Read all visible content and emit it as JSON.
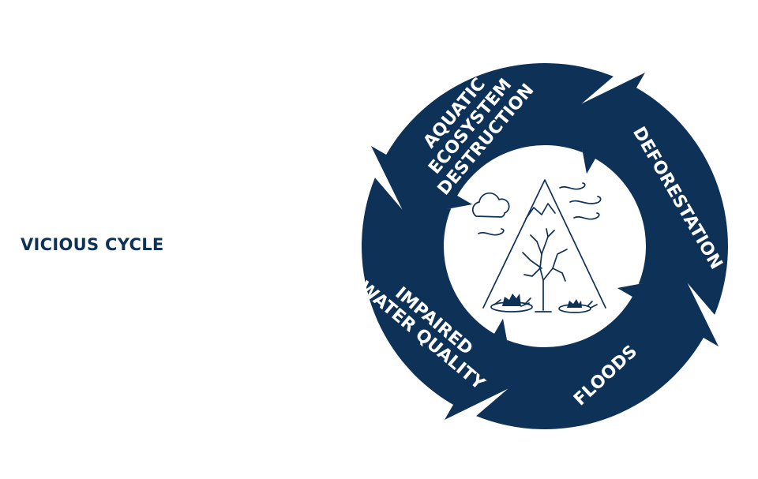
{
  "title": "VICIOUS CYCLE",
  "cycle": {
    "color": "#0e3158",
    "stages": [
      {
        "id": "deforestation",
        "lines": [
          "DEFORESTATION"
        ]
      },
      {
        "id": "floods",
        "lines": [
          "FLOODS"
        ]
      },
      {
        "id": "impaired-water-quality",
        "lines": [
          "IMPAIRED",
          "WATER QUALITY"
        ]
      },
      {
        "id": "aquatic-ecosystem-destruction",
        "lines": [
          "AQUATIC",
          "ECOSYSTEM",
          "DESTRUCTION"
        ]
      }
    ]
  },
  "center_illustration": {
    "icons": [
      "cloud-icon",
      "mountain-icon",
      "dead-tree-icon",
      "tree-stump-icon",
      "wind-icon"
    ]
  }
}
